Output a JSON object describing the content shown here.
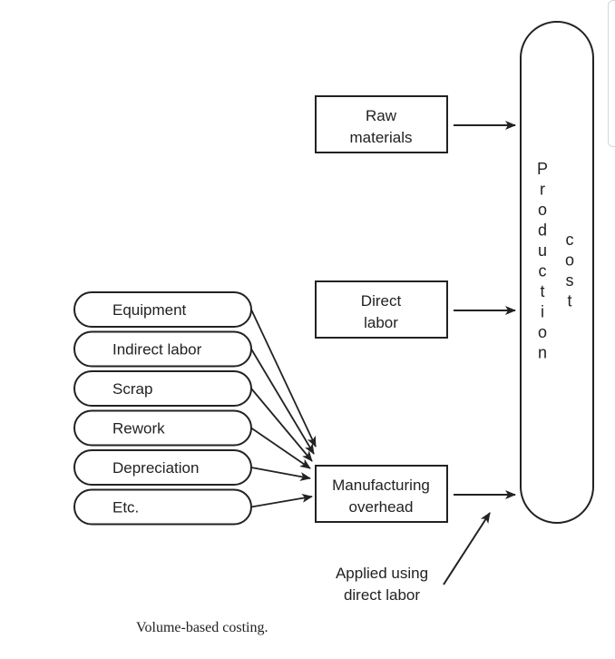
{
  "diagram": {
    "inputs": {
      "raw_materials": [
        "Raw",
        "materials"
      ],
      "direct_labor": [
        "Direct",
        "labor"
      ]
    },
    "overhead_items": [
      "Equipment",
      "Indirect labor",
      "Scrap",
      "Rework",
      "Depreciation",
      "Etc."
    ],
    "overhead_box": [
      "Manufacturing",
      "overhead"
    ],
    "production_cost": {
      "word1": "Production",
      "word2": "cost"
    },
    "annotation": [
      "Applied using",
      "direct labor"
    ],
    "caption": "Volume-based costing.",
    "colors": {
      "stroke": "#222222",
      "text": "#222222",
      "background": "#ffffff"
    }
  }
}
